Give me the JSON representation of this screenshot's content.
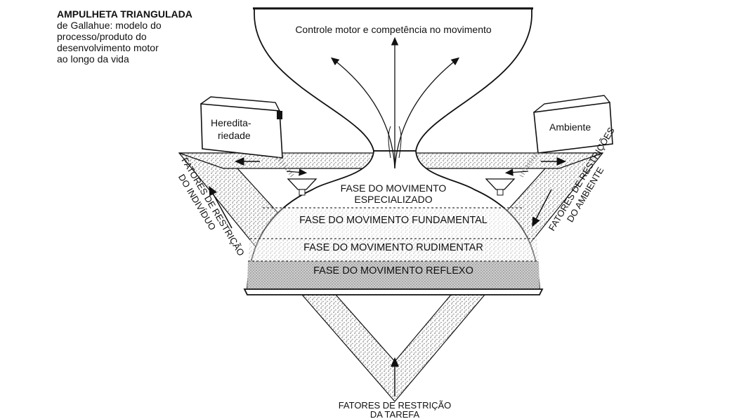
{
  "title": {
    "line1": "AMPULHETA TRIANGULADA",
    "line2": "de Gallahue: modelo do",
    "line3": "processo/produto do",
    "line4": "desenvolvimento motor",
    "line5": "ao longo da vida"
  },
  "top_label": "Controle motor e competência no movimento",
  "buckets": {
    "left_line1": "Heredita-",
    "left_line2": "riedade",
    "right": "Ambiente"
  },
  "phases": {
    "specialized_line1": "FASE DO MOVIMENTO",
    "specialized_line2": "ESPECIALIZADO",
    "fundamental": "FASE DO MOVIMENTO FUNDAMENTAL",
    "rudimentary": "FASE DO MOVIMENTO RUDIMENTAR",
    "reflex": "FASE DO MOVIMENTO REFLEXO"
  },
  "constraints": {
    "individual_line1": "FATORES DE RESTRIÇÃO",
    "individual_line2": "DO INDIVÍDUO",
    "environment_line1": "FATORES DE RESTRIÇÕES",
    "environment_line2": "DO AMBIENTE",
    "task_line1": "FATORES DE RESTRIÇÃO",
    "task_line2": "DA TAREFA"
  },
  "colors": {
    "ink": "#111111",
    "stipple": "#9a9a9a",
    "paper": "#ffffff"
  }
}
